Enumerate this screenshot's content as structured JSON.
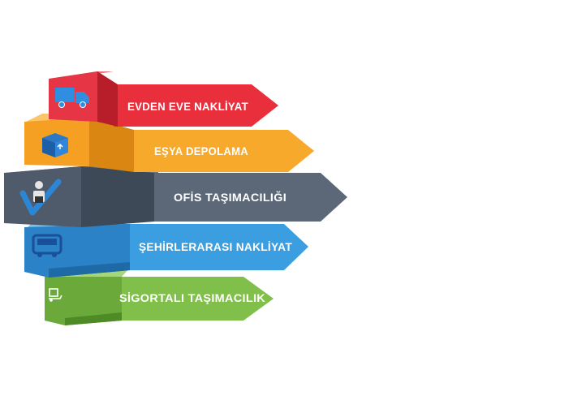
{
  "services": [
    {
      "label": "EVDEN EVE NAKLİYAT",
      "icon": "moving-truck-icon",
      "color": "#e8323f"
    },
    {
      "label": "EŞYA DEPOLAMA",
      "icon": "storage-box-icon",
      "color": "#f4a429"
    },
    {
      "label": "OFİS TAŞIMACILIĞI",
      "icon": "office-checkmark-icon",
      "color": "#505c6b"
    },
    {
      "label": "ŞEHİRLERARASI NAKLİYAT",
      "icon": "bus-icon",
      "color": "#3b9ee0"
    },
    {
      "label": "SİGORTALI TAŞIMACILIK",
      "icon": "insured-cargo-icon",
      "color": "#80c04a"
    }
  ]
}
